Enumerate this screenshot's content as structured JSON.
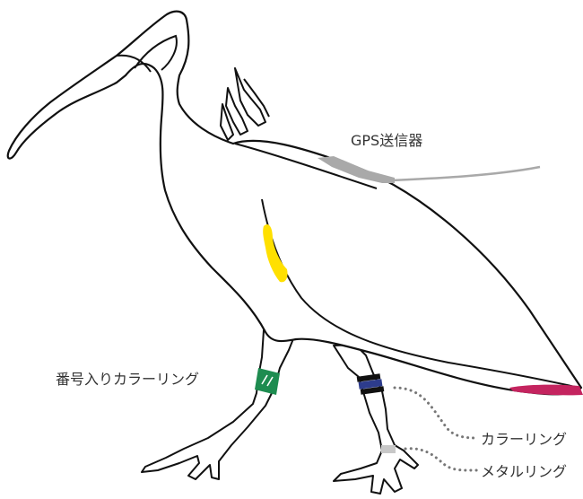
{
  "labels": {
    "gps_transmitter": "GPS送信器",
    "numbered_color_ring": "番号入りカラーリング",
    "color_ring": "カラーリング",
    "metal_ring": "メタルリング"
  },
  "colors": {
    "outline": "#111111",
    "gps_device": "#a9a9a9",
    "leader_line": "#777777",
    "wing_patch": "#ffe000",
    "tail_patch": "#c4245f",
    "numbered_ring": "#1e8c50",
    "color_ring_blue": "#2d3c8c",
    "color_ring_black": "#111111",
    "metal_ring": "#c8c8c8"
  },
  "icons": {
    "main": "ibis-bird-illustration"
  }
}
